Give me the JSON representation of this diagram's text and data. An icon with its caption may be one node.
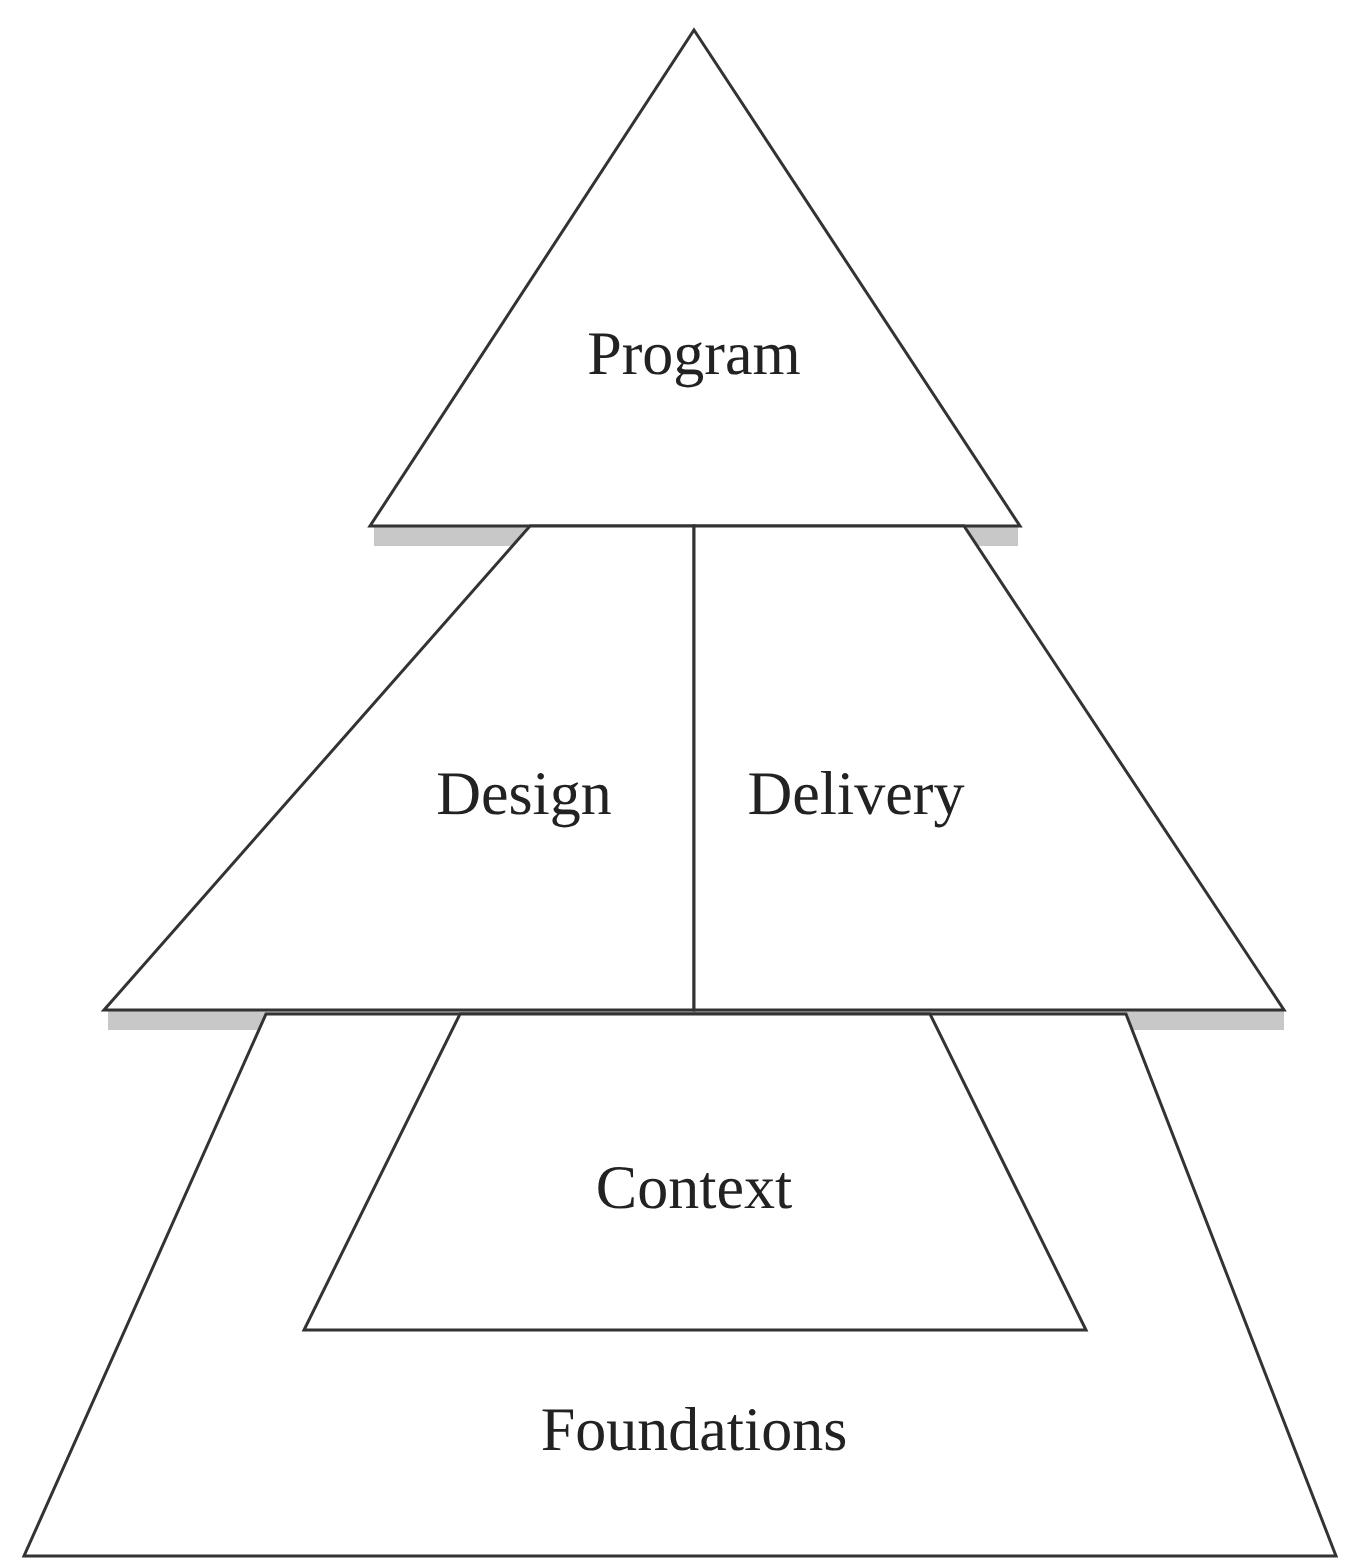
{
  "diagram": {
    "nodes": [
      {
        "text": [
          "Program"
        ]
      },
      {
        "text": [
          "Design"
        ]
      },
      {
        "text": [
          "Delivery"
        ]
      },
      {
        "text": [
          "Foundations"
        ]
      },
      {
        "text": [
          "Context"
        ],
        "in": 3
      }
    ]
  }
}
